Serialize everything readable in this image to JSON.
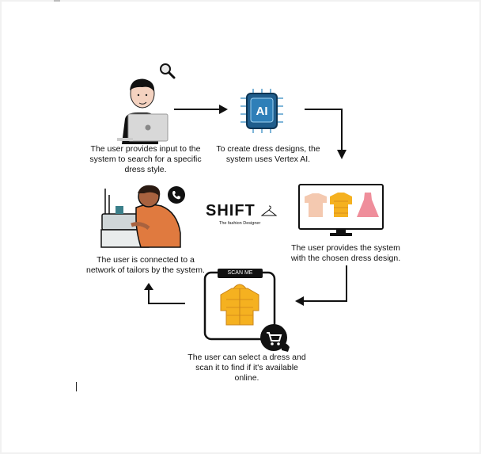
{
  "steps": {
    "search": "The user provides input to the system to search for a specific dress style.",
    "ai": "To create dress designs, the system uses Vertex AI.",
    "display": "The user provides the system with the chosen dress design.",
    "scan": "The user can select a dress and scan it to find if it's available online.",
    "tailor": "The user is connected to a network of tailors by the system."
  },
  "logo": {
    "name": "SHIFT",
    "tagline": "The fashion Designer"
  },
  "chip_label": "AI",
  "scan_badge": "SCAN ME",
  "icons": [
    "search-icon",
    "ai-chip-icon",
    "monitor-icon",
    "qr-frame-icon",
    "cart-icon",
    "phone-icon",
    "hanger-icon",
    "laptop-icon",
    "sewing-machine-icon"
  ],
  "colors": {
    "jacket": "#f5b120",
    "chip": "#1f5d8c",
    "shirt": "#e07a3f"
  }
}
